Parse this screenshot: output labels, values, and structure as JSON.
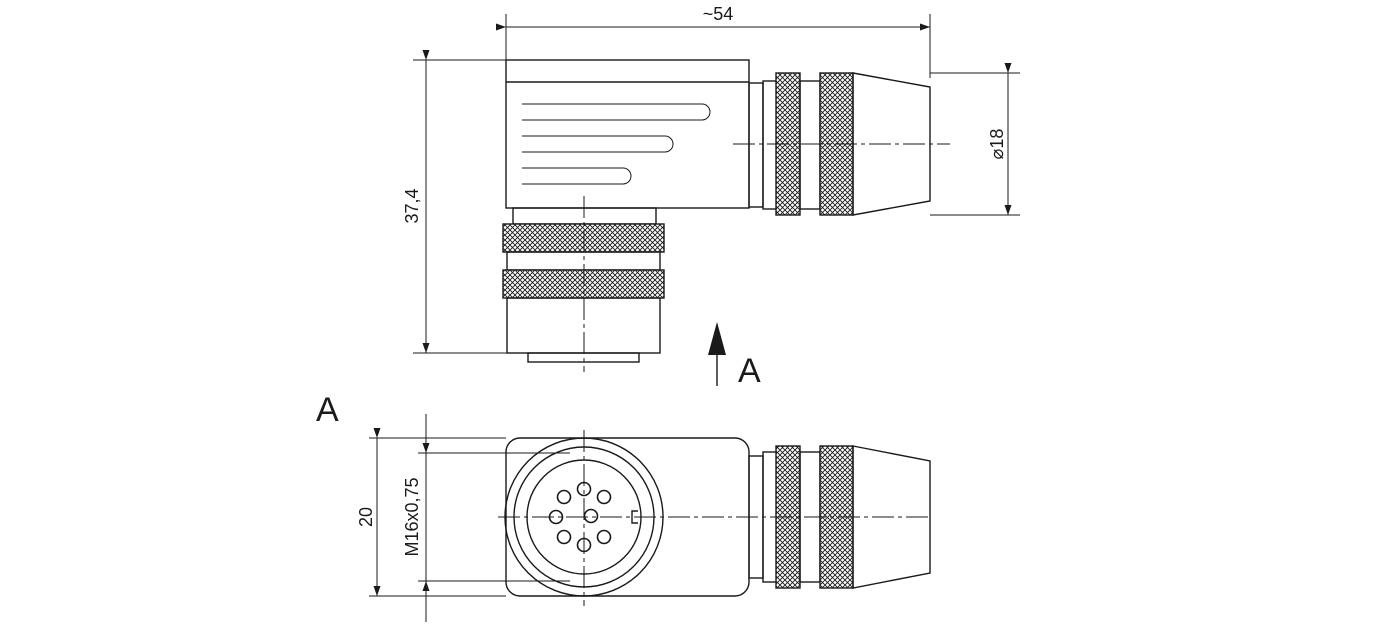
{
  "drawing": {
    "type": "technical-drawing",
    "subject": "angled circular connector, M16",
    "views": [
      "side-view",
      "view-A"
    ]
  },
  "dimensions": {
    "overall_length": "~54",
    "overall_height": "37,4",
    "cable_diameter_symbol": "⌀",
    "cable_diameter_value": "18",
    "body_width": "20",
    "thread": "M16x0,75"
  },
  "view_markers": {
    "arrow_label": "A",
    "view_title": "A"
  },
  "contacts": {
    "pin_count": 8
  },
  "colors": {
    "line": "#1a1a1a",
    "background": "#ffffff"
  }
}
